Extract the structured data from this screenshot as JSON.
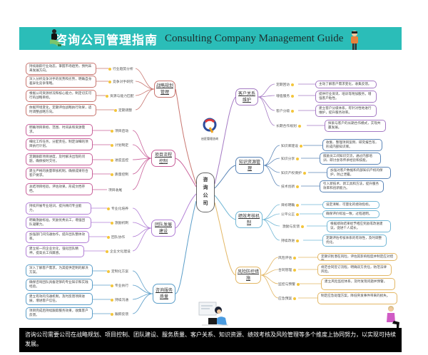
{
  "header": {
    "title_zh": "咨询公司管理指南",
    "title_en": "Consulting Company Management Guide"
  },
  "center": {
    "label": "咨询公司"
  },
  "logo": {
    "text": "启匠管理咨询"
  },
  "colors": {
    "title_bg": "#2bbdb8",
    "strategy": "#c8756f",
    "project": "#c9609a",
    "team": "#b27fd6",
    "service": "#5b9ec9",
    "customer": "#a57ac4",
    "knowledge": "#5b86b8",
    "performance": "#73b8d6",
    "risk": "#e3b765"
  },
  "branches": {
    "strategy": {
      "label": "战略规划管理",
      "items": [
        {
          "sub": "行业趋势分析",
          "text": "持续跟踪行业动态，掌握市场趋势，预判未来发展方向。"
        },
        {
          "sub": "竞争对手研究",
          "text": "深入分析竞争对手的优势和劣势，明确自身差异化竞争策略。"
        },
        {
          "sub": "资源与能力匹配",
          "text": "根据公司资源状况和核心能力，制定切实可行的战略目标。"
        },
        {
          "sub": "定期调整",
          "text": "依据环境变化，定期评估战略执行效果，适时调整战略方向。"
        }
      ]
    },
    "project": {
      "label": "项目流程控制",
      "items": [
        {
          "sub": "项目启动",
          "text": "明确项目目标、范围、时间表和资源需求。"
        },
        {
          "sub": "计划制定",
          "text": "细化工作任务，分配责任，制定详细的项目执行计划。"
        },
        {
          "sub": "进度监控",
          "text": "定期跟踪项目进度，及时解决出现的问题，确保按时交付。"
        },
        {
          "sub": "质量控制",
          "text": "建立严格的质量审核机制，确保成果符合客户要求。"
        },
        {
          "sub": "项目收尾",
          "text": "总结项目经验，评估效果，形成文档存档。"
        }
      ]
    },
    "team": {
      "label": "团队发展建设",
      "items": [
        {
          "sub": "专业化培养",
          "text": "持续开展专业培训，提升顾问专业能力。"
        },
        {
          "sub": "激励机制",
          "text": "明确激励标准，奖励优秀员工，增强团队凝聚力。"
        },
        {
          "sub": "团队协作",
          "text": "加强部门间沟通协作，提升团队整体效率。"
        },
        {
          "sub": "企业文化建设",
          "text": "建立统一的企业文化，强化团队精神，提高员工归属感。"
        }
      ]
    },
    "service": {
      "label": "咨询服务质量",
      "items": [
        {
          "sub": "定制化方案",
          "text": "深入了解客户需求，为其提供定制的解决方案。"
        },
        {
          "sub": "专业执行",
          "text": "确保咨询团队具备足够的专业知识和实践经验。"
        },
        {
          "sub": "持续沟通",
          "text": "建立有效的沟通机制，及时反馈项目进展，增进客户信任。"
        },
        {
          "sub": "跟踪反馈",
          "text": "项目完成后持续跟踪服务效果，收集客户反馈。"
        }
      ]
    },
    "customer": {
      "label": "客户关系维护",
      "items": [
        {
          "sub": "定期回访",
          "text": "主动了解客户需求变化，收集反馈。"
        },
        {
          "sub": "增值服务",
          "text": "提供行业资讯、培训等附加服务，增强客户粘性。"
        },
        {
          "sub": "客户分级",
          "text": "建立客户分级体系，有针对性地进行维护，提升服务效率。"
        },
        {
          "sub": "长期合作规划",
          "text": "探索与客户的长期合作模式，实现共赢发展。"
        }
      ]
    },
    "knowledge": {
      "label": "知识资源管理",
      "items": [
        {
          "sub": "知识库建设",
          "text": "收集、整理项目案例、研究报告等，形成内部知识库。"
        },
        {
          "sub": "知识分享",
          "text": "鼓励员工间知识交流，通过内部培训、研讨会等传承经验和技能。"
        },
        {
          "sub": "知识产权保护",
          "text": "加强对客户数据和内部知识产权的保护，防止泄露。"
        },
        {
          "sub": "技术创新",
          "text": "引入新技术、新工具和方法，提升服务效率和创新能力。"
        }
      ]
    },
    "performance": {
      "label": "绩效考核机制",
      "items": [
        {
          "sub": "目标明确",
          "text": "设定清晰、可量化的绩效指标。"
        },
        {
          "sub": "公平公正",
          "text": "确保评价标准一致，过程透明。"
        },
        {
          "sub": "激励与反馈",
          "text": "根据绩效结果给予相应奖励或改进建议，促进个人成长。"
        },
        {
          "sub": "持续改进",
          "text": "定期评估考核体系的有效性，及时调整优化。"
        }
      ]
    },
    "risk": {
      "label": "风险防控措施",
      "items": [
        {
          "sub": "风险评估",
          "text": "定期识别潜在风险，评估其影响程度并制定应对措施。"
        },
        {
          "sub": "合同管理",
          "text": "规范合同签订流程，明确双方责任，防范法律风险。"
        },
        {
          "sub": "监控与预警",
          "text": "建立风险监控体系，及时发现问题并预警。"
        },
        {
          "sub": "应急预案",
          "text": "制定应急处理方案，降低突发事件带来的损失。"
        }
      ]
    }
  },
  "footer": {
    "summary": "咨询公司需要公司在战略规划、项目控制、团队建设、服务质量、客户关系、知识资源、绩效考核及风险管理等多个维度上协同努力，以实现可持续发展。"
  }
}
